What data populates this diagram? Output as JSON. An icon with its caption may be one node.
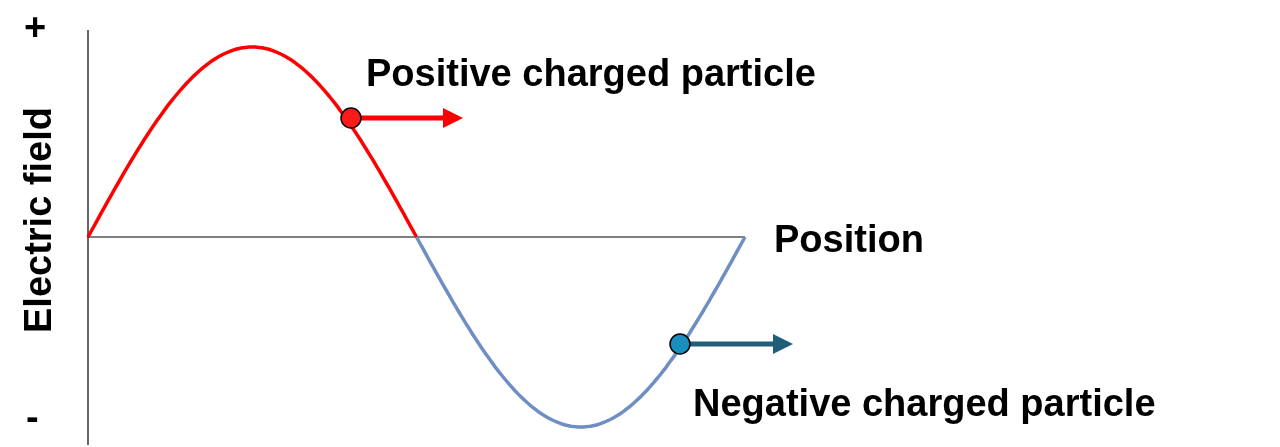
{
  "diagram": {
    "labels": [
      "+",
      "Electric field",
      "-",
      "Positive charged particle",
      "Position",
      "Negative charged particle"
    ]
  }
}
